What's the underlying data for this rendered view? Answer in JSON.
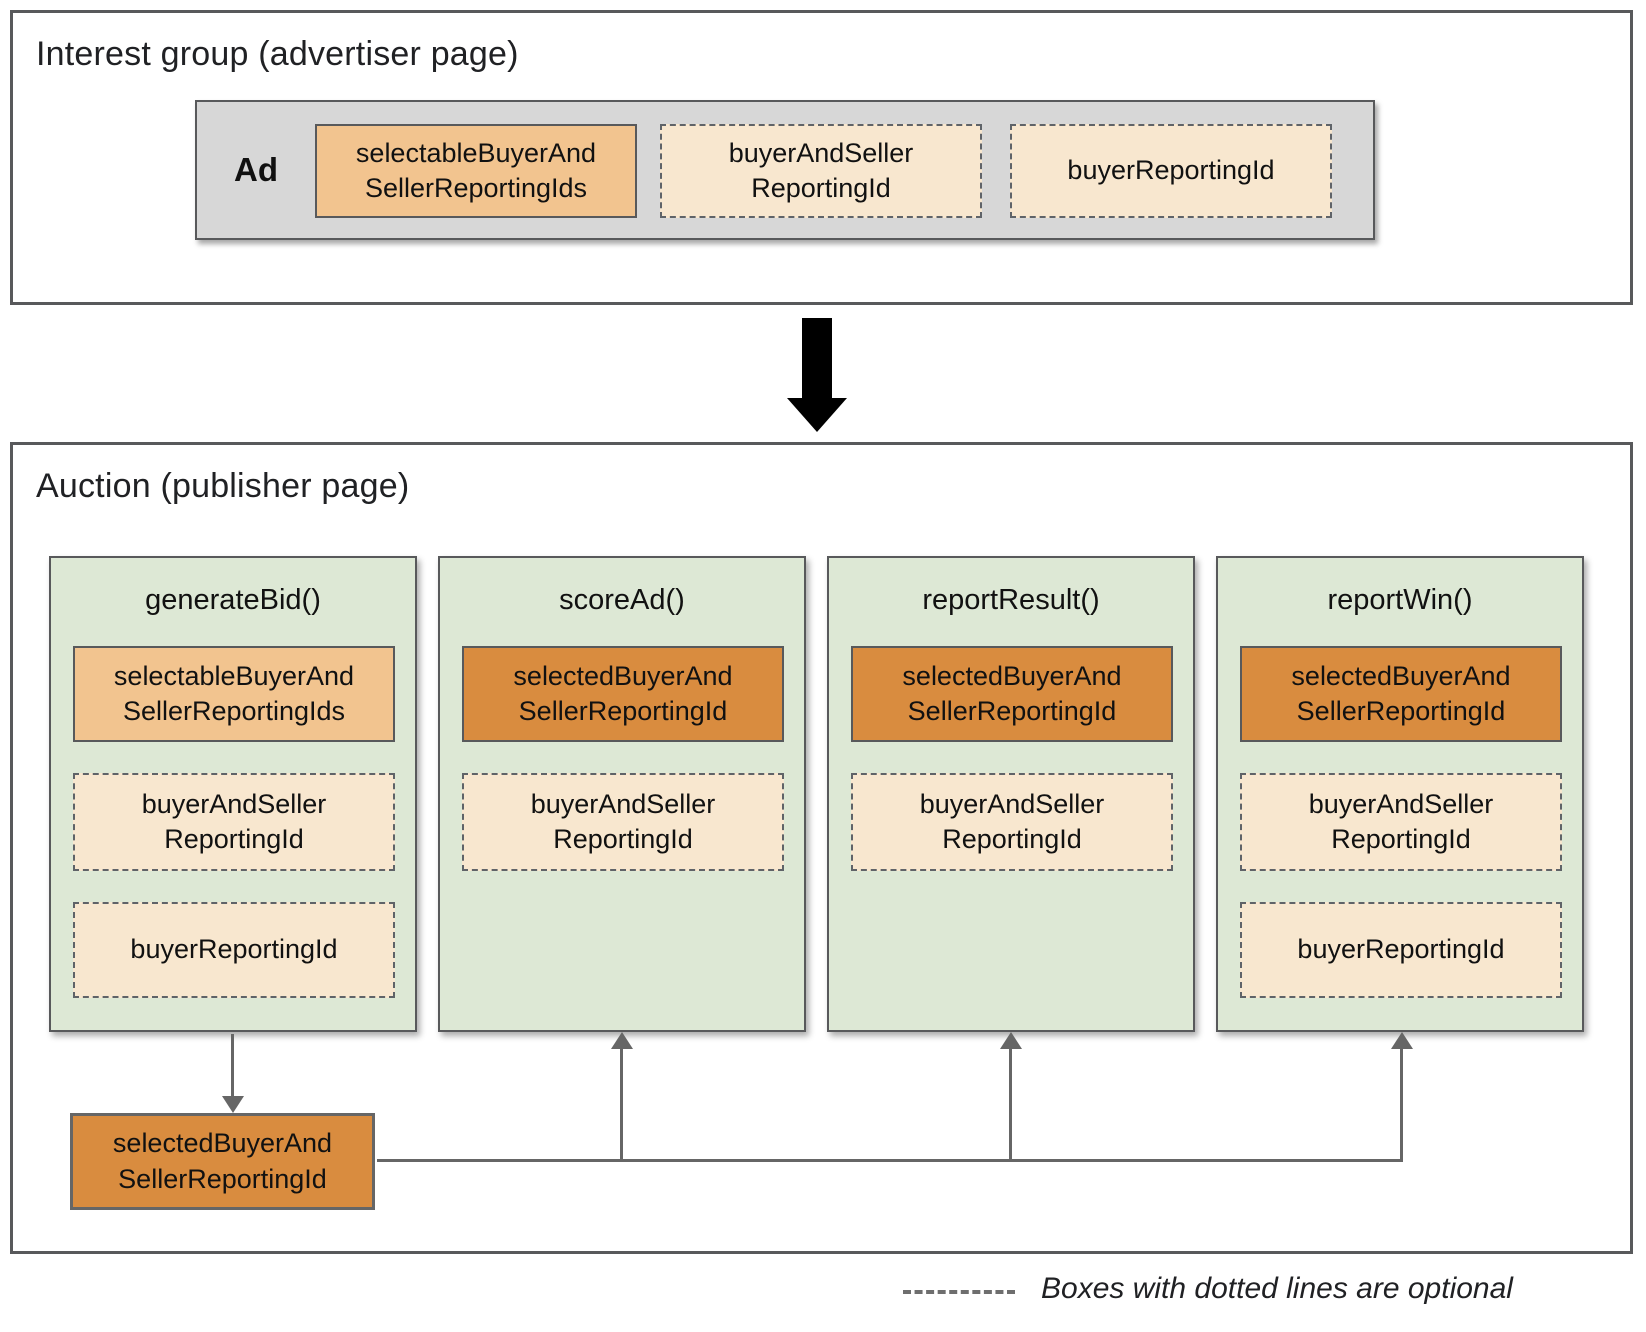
{
  "interest_group": {
    "title": "Interest group (advertiser page)",
    "ad_label": "Ad",
    "boxes": [
      {
        "label": "selectableBuyerAnd\nSellerReportingIds",
        "style": "solid-light",
        "optional": false
      },
      {
        "label": "buyerAndSeller\nReportingId",
        "style": "dashed",
        "optional": true
      },
      {
        "label": "buyerReportingId",
        "style": "dashed",
        "optional": true
      }
    ]
  },
  "auction": {
    "title": "Auction (publisher page)",
    "columns": [
      {
        "title": "generateBid()",
        "boxes": [
          {
            "label": "selectableBuyerAnd\nSellerReportingIds",
            "style": "solid-light",
            "optional": false
          },
          {
            "label": "buyerAndSeller\nReportingId",
            "style": "dashed",
            "optional": true
          },
          {
            "label": "buyerReportingId",
            "style": "dashed",
            "optional": true
          }
        ]
      },
      {
        "title": "scoreAd()",
        "boxes": [
          {
            "label": "selectedBuyerAnd\nSellerReportingId",
            "style": "solid-dark",
            "optional": false
          },
          {
            "label": "buyerAndSeller\nReportingId",
            "style": "dashed",
            "optional": true
          }
        ]
      },
      {
        "title": "reportResult()",
        "boxes": [
          {
            "label": "selectedBuyerAnd\nSellerReportingId",
            "style": "solid-dark",
            "optional": false
          },
          {
            "label": "buyerAndSeller\nReportingId",
            "style": "dashed",
            "optional": true
          }
        ]
      },
      {
        "title": "reportWin()",
        "boxes": [
          {
            "label": "selectedBuyerAnd\nSellerReportingId",
            "style": "solid-dark",
            "optional": false
          },
          {
            "label": "buyerAndSeller\nReportingId",
            "style": "dashed",
            "optional": true
          },
          {
            "label": "buyerReportingId",
            "style": "dashed",
            "optional": true
          }
        ]
      }
    ]
  },
  "flow": {
    "selected_box_label": "selectedBuyerAnd\nSellerReportingId"
  },
  "legend": {
    "text": "Boxes with dotted lines are optional"
  },
  "colors": {
    "light_orange": "#F2C48F",
    "dark_orange": "#D98C3F",
    "cream_optional": "#F8E7CF",
    "green_column": "#DDE8D5",
    "gray_ad_strip": "#D7D7D7",
    "box_border": "#58595B",
    "connector_line": "#666666",
    "big_arrow": "#000000"
  }
}
